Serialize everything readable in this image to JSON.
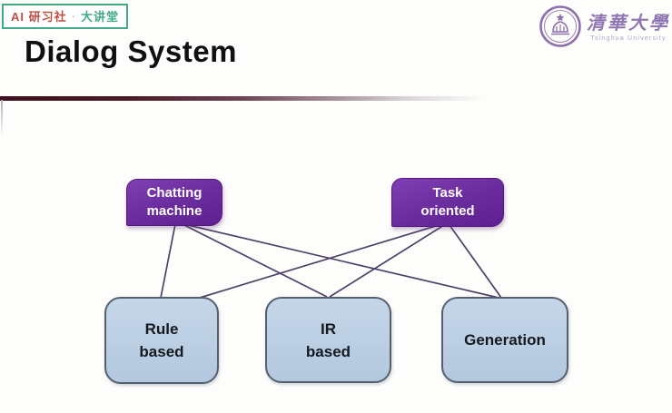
{
  "slide": {
    "background_color": "#fdfdfb",
    "badge": {
      "part1": "AI 研习社",
      "separator": "·",
      "part2": "大讲堂",
      "border_color": "#41ab84",
      "part1_color": "#bf4f44",
      "part2_color": "#41ab84"
    },
    "logo": {
      "chinese_name": "清華大學",
      "english_name": "Tsinghua University",
      "color": "#8e70ae"
    },
    "title": "Dialog System",
    "accent_bar_color": "#40101f"
  },
  "diagram": {
    "edge_color": "#4e4169",
    "top_nodes": [
      {
        "id": "chatting-machine",
        "lines": [
          "Chatting",
          "machine"
        ],
        "fill": "#6a2b9c",
        "text_color": "#ffffff"
      },
      {
        "id": "task-oriented",
        "lines": [
          "Task",
          "oriented"
        ],
        "fill": "#6a2b9c",
        "text_color": "#ffffff"
      }
    ],
    "bottom_nodes": [
      {
        "id": "rule-based",
        "lines": [
          "Rule",
          "based"
        ],
        "fill": "#bdd0e4",
        "border_color": "#55606e",
        "text_color": "#14181f"
      },
      {
        "id": "ir-based",
        "lines": [
          "IR",
          "based"
        ],
        "fill": "#bdd0e4",
        "border_color": "#55606e",
        "text_color": "#14181f"
      },
      {
        "id": "generation",
        "lines": [
          "Generation"
        ],
        "fill": "#bdd0e4",
        "border_color": "#55606e",
        "text_color": "#14181f"
      }
    ],
    "edges": [
      {
        "from": "chatting-machine",
        "to": "rule-based"
      },
      {
        "from": "chatting-machine",
        "to": "ir-based"
      },
      {
        "from": "chatting-machine",
        "to": "generation"
      },
      {
        "from": "task-oriented",
        "to": "rule-based"
      },
      {
        "from": "task-oriented",
        "to": "ir-based"
      },
      {
        "from": "task-oriented",
        "to": "generation"
      }
    ]
  }
}
